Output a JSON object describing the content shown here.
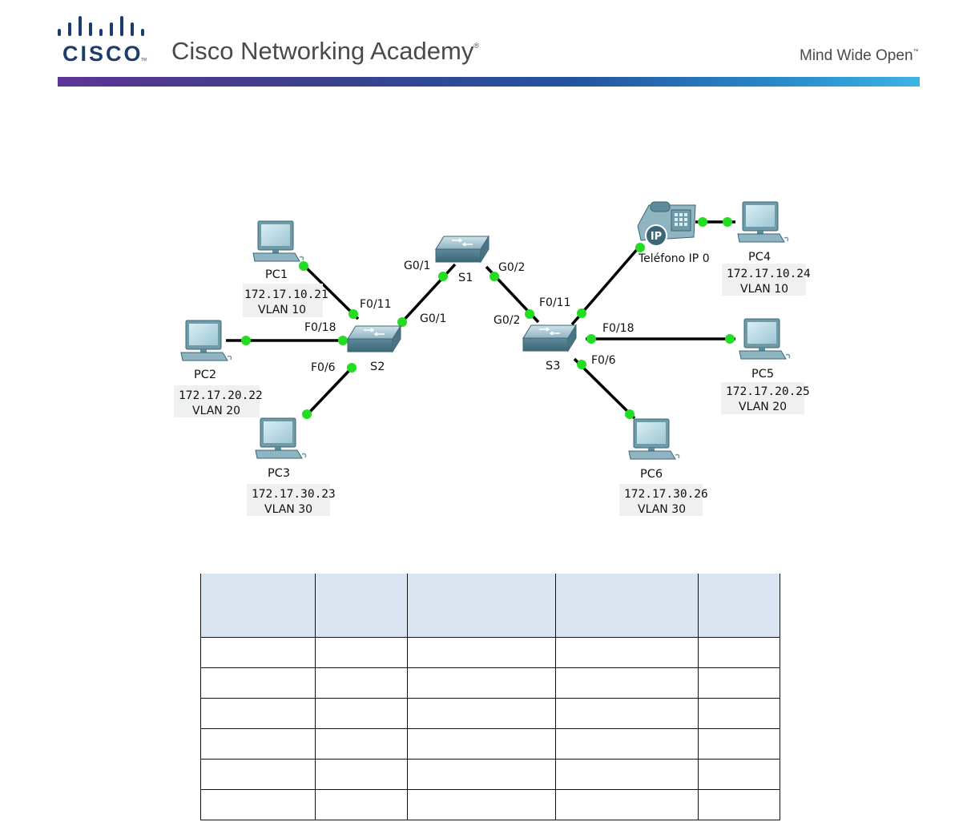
{
  "header": {
    "logo_word": "CISCO",
    "logo_tm": "TM",
    "academy_title": "Cisco Networking Academy",
    "academy_mark": "®",
    "tagline": "Mind Wide Open",
    "tagline_mark": "™",
    "colors": {
      "logo": "#1d3c6e",
      "gradient_start": "#5c3495",
      "gradient_end": "#3cb4e3"
    }
  },
  "topology": {
    "switches": [
      {
        "name": "S1"
      },
      {
        "name": "S2"
      },
      {
        "name": "S3"
      }
    ],
    "ports": {
      "s1_g01": "G0/1",
      "s1_g02": "G0/2",
      "s2_g01": "G0/1",
      "s2_f011": "F0/11",
      "s2_f018": "F0/18",
      "s2_f06": "F0/6",
      "s3_g02": "G0/2",
      "s3_f011": "F0/11",
      "s3_f018": "F0/18",
      "s3_f06": "F0/6"
    },
    "phone": {
      "name": "Teléfono IP 0",
      "badge": "IP"
    },
    "pcs": [
      {
        "name": "PC1",
        "ip": "172.17.10.21",
        "vlan": "VLAN 10"
      },
      {
        "name": "PC2",
        "ip": "172.17.20.22",
        "vlan": "VLAN 20"
      },
      {
        "name": "PC3",
        "ip": "172.17.30.23",
        "vlan": "VLAN 30"
      },
      {
        "name": "PC4",
        "ip": "172.17.10.24",
        "vlan": "VLAN 10"
      },
      {
        "name": "PC5",
        "ip": "172.17.20.25",
        "vlan": "VLAN 20"
      },
      {
        "name": "PC6",
        "ip": "172.17.30.26",
        "vlan": "VLAN 30"
      }
    ],
    "link_color": "#000000",
    "link_up_color": "#22dd22"
  },
  "table": {
    "header_fill": "#dbe5f1",
    "columns": [
      "",
      "",
      "",
      "",
      ""
    ],
    "rows": [
      [
        "",
        "",
        "",
        "",
        ""
      ],
      [
        "",
        "",
        "",
        "",
        ""
      ],
      [
        "",
        "",
        "",
        "",
        ""
      ],
      [
        "",
        "",
        "",
        "",
        ""
      ],
      [
        "",
        "",
        "",
        "",
        ""
      ],
      [
        "",
        "",
        "",
        "",
        ""
      ]
    ]
  }
}
